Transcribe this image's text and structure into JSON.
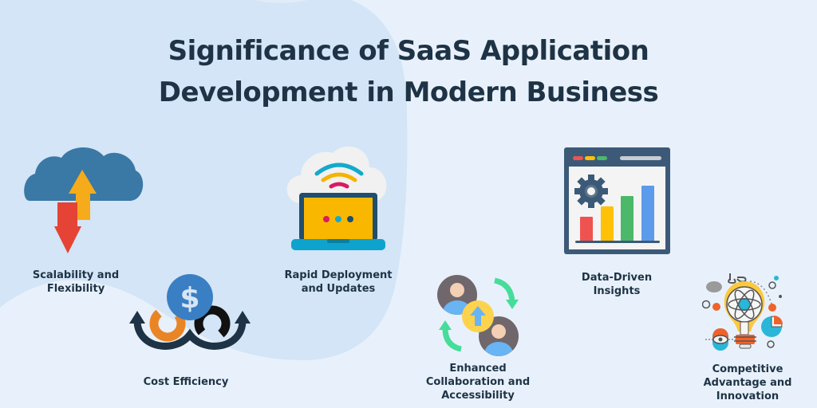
{
  "title": {
    "line1": "Significance of SaaS Application",
    "line2": "Development in Modern Business"
  },
  "items": [
    {
      "id": "scalability",
      "icon": "cloud-arrows-icon",
      "lines": [
        "Scalability and",
        "Flexibility"
      ]
    },
    {
      "id": "cost",
      "icon": "dollar-gears-icon",
      "lines": [
        "Cost Efficiency"
      ]
    },
    {
      "id": "rapid",
      "icon": "laptop-cloud-wifi-icon",
      "lines": [
        "Rapid Deployment",
        "and Updates"
      ]
    },
    {
      "id": "collaboration",
      "icon": "users-exchange-icon",
      "lines": [
        "Enhanced",
        "Collaboration and",
        "Accessibility"
      ]
    },
    {
      "id": "data",
      "icon": "dashboard-chart-icon",
      "lines": [
        "Data-Driven",
        "Insights"
      ]
    },
    {
      "id": "competitive",
      "icon": "lightbulb-atom-icon",
      "lines": [
        "Competitive",
        "Advantage and",
        "Innovation"
      ]
    }
  ],
  "colors": {
    "background": "#e8f1fb",
    "blob": "#d3e5f6",
    "text": "#1e3345",
    "cloud_blue": "#3a78a6",
    "arrow_yellow": "#f6ab1a",
    "arrow_red": "#e54335",
    "laptop_screen": "#fab700",
    "laptop_base": "#0ea3cc",
    "dollar_blue": "#3a7fc4",
    "gear_orange": "#ea8526",
    "chart_red": "#ef5350",
    "chart_yellow": "#ffc107",
    "chart_green": "#4cb86a",
    "chart_blue": "#5b9bec"
  }
}
